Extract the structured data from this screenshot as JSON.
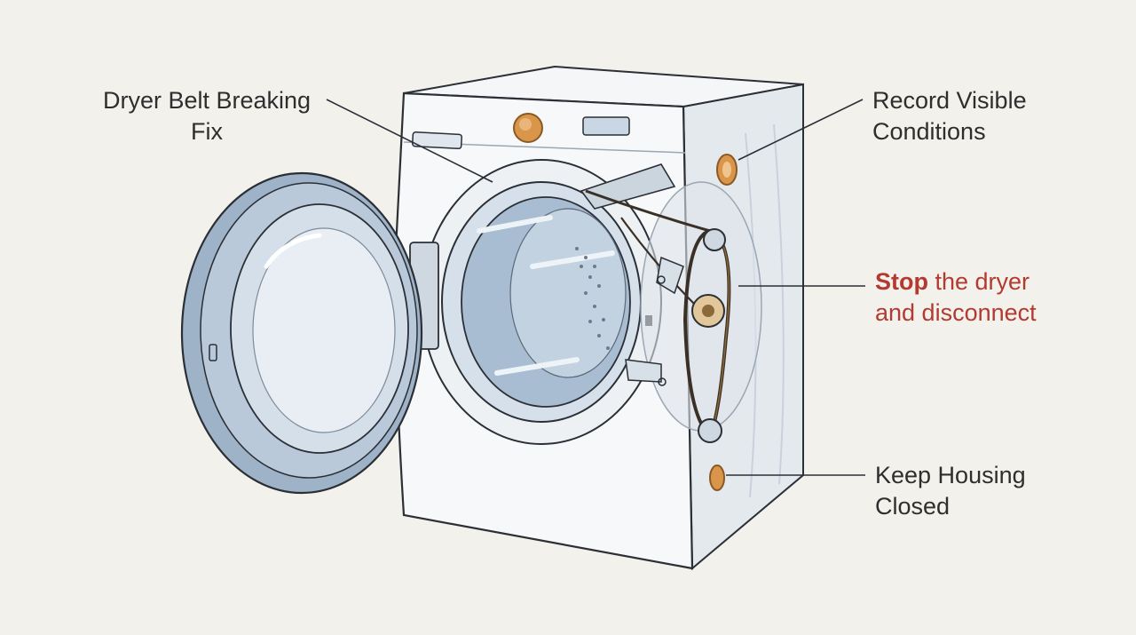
{
  "labels": {
    "title": {
      "line1": "Dryer Belt Breaking",
      "line2": "Fix"
    },
    "record": {
      "line1": "Record Visible",
      "line2": "Conditions"
    },
    "stop": {
      "strong": "Stop",
      "rest": " the dryer",
      "line2": "and disconnect"
    },
    "keep": {
      "line1": "Keep Housing",
      "line2": "Closed"
    }
  },
  "colors": {
    "background": "#f3f1ec",
    "outline": "#2b2f36",
    "body": "#f6f7f8",
    "steel": "#b9c8d8",
    "accent_orange": "#d9954a",
    "warning_red": "#b23a30"
  }
}
